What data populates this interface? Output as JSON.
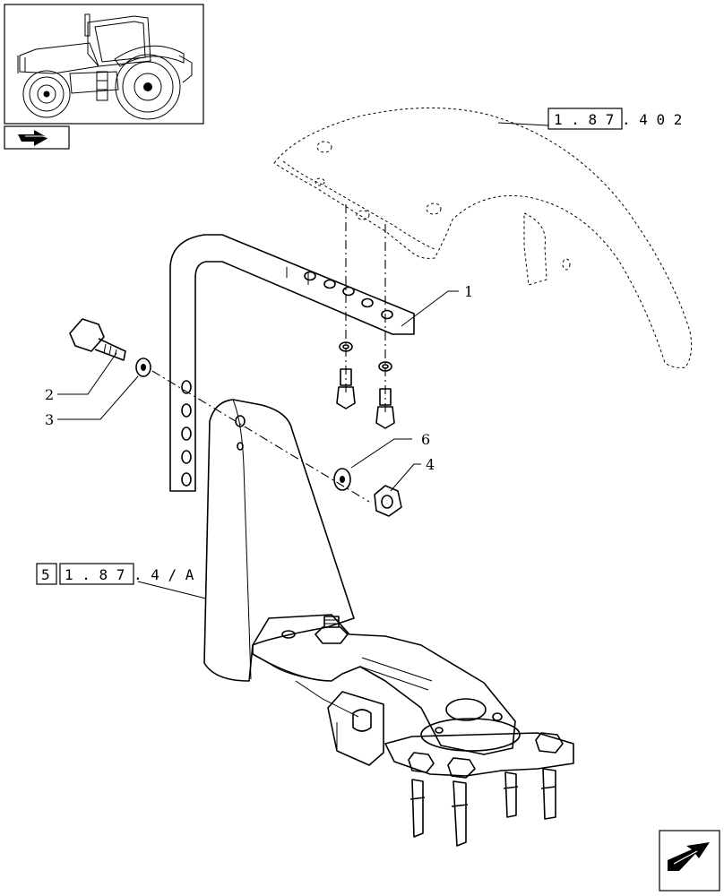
{
  "labels": {
    "part1": "1",
    "part2": "2",
    "part3": "3",
    "part4": "4",
    "part6": "6"
  },
  "references": {
    "top": {
      "boxed": "1 . 8 7",
      "trail": ". 4   0 2"
    },
    "side": {
      "num": "5",
      "boxed": "1 . 8 7",
      "trail": ". 4 / A"
    }
  },
  "icons": {
    "thumbnail": "tractor-thumbnail-icon",
    "prev": "back-arrow-icon",
    "next": "forward-arrow-icon"
  }
}
